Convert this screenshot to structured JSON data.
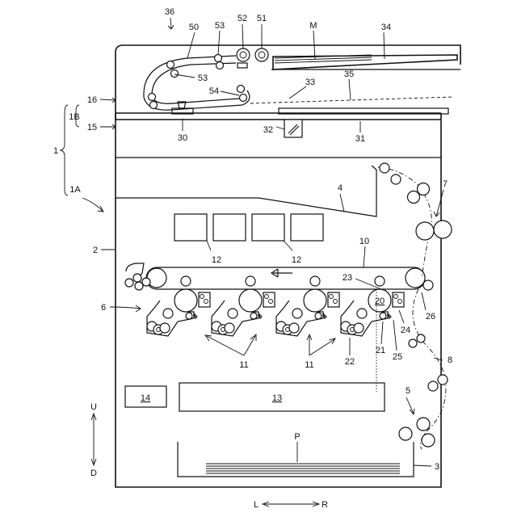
{
  "labels": {
    "l36": "36",
    "l50": "50",
    "l53a": "53",
    "l52": "52",
    "l51": "51",
    "lM": "M",
    "l34": "34",
    "l53b": "53",
    "l35": "35",
    "l33": "33",
    "l54": "54",
    "l16": "16",
    "l1B": "1B",
    "l15": "15",
    "l1": "1",
    "l30": "30",
    "l32": "32",
    "l31": "31",
    "l1A": "1A",
    "l4": "4",
    "l7": "7",
    "l2": "2",
    "l12a": "12",
    "l12b": "12",
    "l10": "10",
    "l23": "23",
    "l6": "6",
    "l20": "20",
    "l26": "26",
    "l24": "24",
    "l21": "21",
    "l25": "25",
    "l22": "22",
    "l11a": "11",
    "l11b": "11",
    "l8": "8",
    "l14": "14",
    "l13": "13",
    "l5": "5",
    "lU": "U",
    "lD": "D",
    "lP": "P",
    "l3": "3",
    "lL": "L",
    "lR": "R"
  }
}
